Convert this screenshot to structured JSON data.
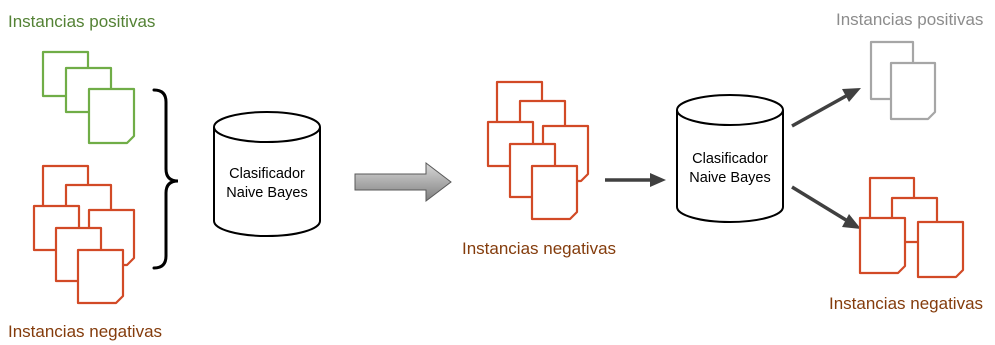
{
  "labels": {
    "left_positive": "Instancias positivas",
    "left_negative": "Instancias negativas",
    "middle_negative": "Instancias negativas",
    "right_positive": "Instancias positivas",
    "right_negative": "Instancias negativas"
  },
  "classifier_1": {
    "line1": "Clasificador",
    "line2": "Naive Bayes"
  },
  "classifier_2": {
    "line1": "Clasificador",
    "line2": "Naive Bayes"
  },
  "colors": {
    "positive": "#70ad47",
    "negative": "#d24a26",
    "grey": "#a6a6a6",
    "label_positive": "#548235",
    "label_negative": "#843c0c",
    "label_grey": "#8c8c8c",
    "arrow": "#404040"
  }
}
